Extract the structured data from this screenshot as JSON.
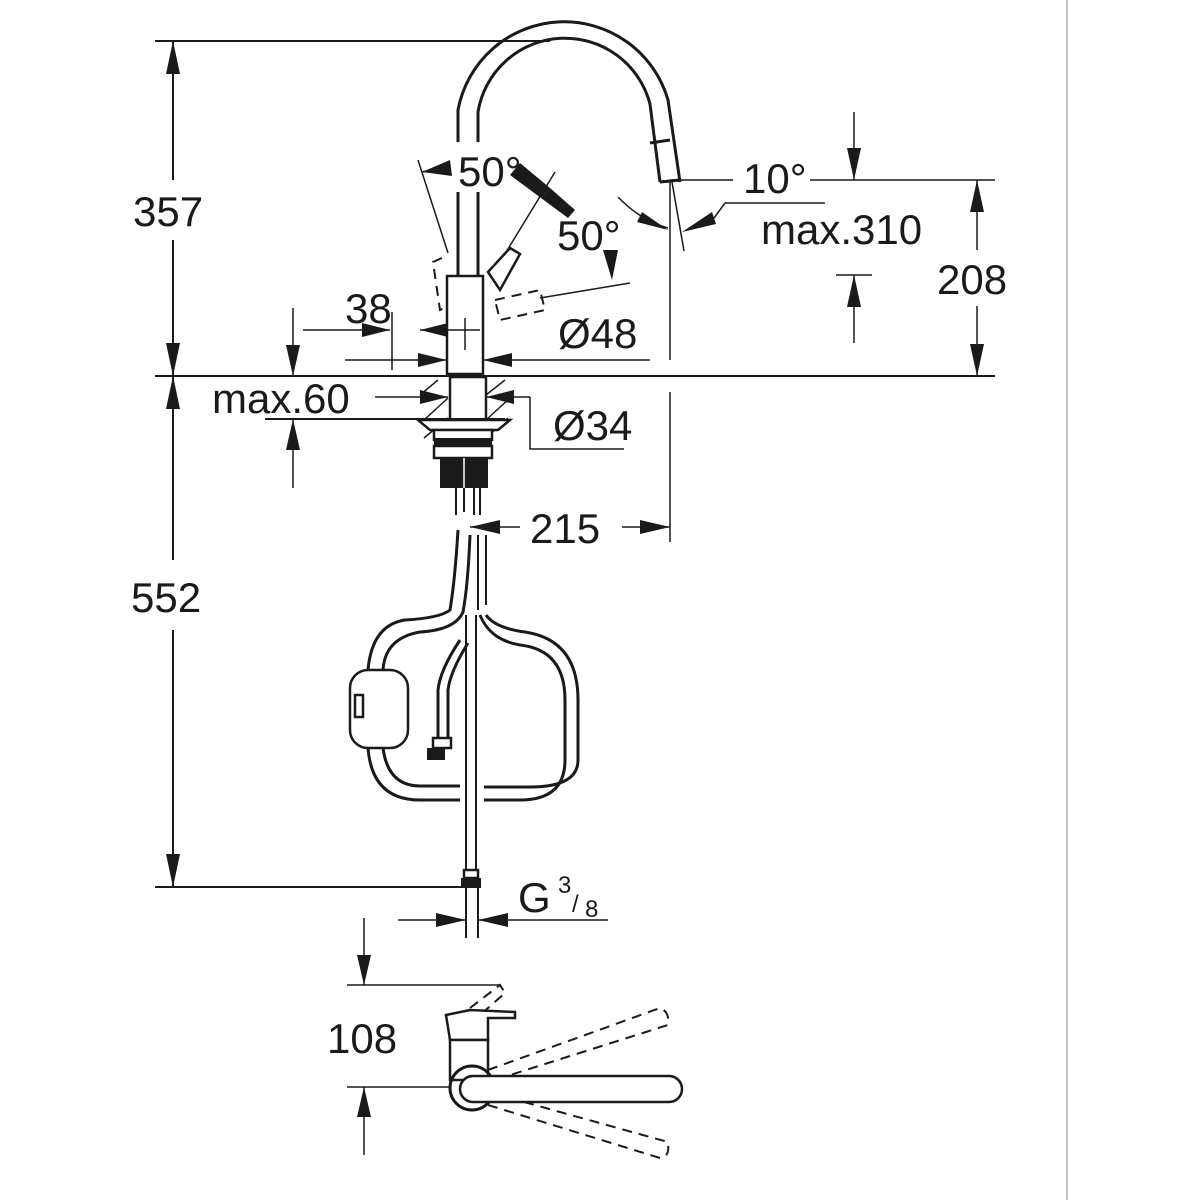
{
  "drawing": {
    "subject": "Kitchen faucet dimension drawing",
    "units": "mm",
    "colors": {
      "line": "#1a1a1a",
      "background": "#ffffff",
      "frame_border": "#c4c4c4"
    },
    "dimensions": {
      "total_height_above_deck": "357",
      "below_deck_length": "552",
      "spout_outlet_height": "208",
      "spout_reach": "215",
      "lever_width": "38",
      "body_diameter": "Ø48",
      "shank_diameter": "Ø34",
      "max_deck_thickness": "max.60",
      "max_pullout_height": "max.310",
      "spray_angle": "10°",
      "lever_angle_left": "50°",
      "lever_angle_front": "50°",
      "connection_thread": "G",
      "connection_thread_num": "3",
      "connection_thread_den": "8",
      "top_view_height": "108"
    }
  }
}
